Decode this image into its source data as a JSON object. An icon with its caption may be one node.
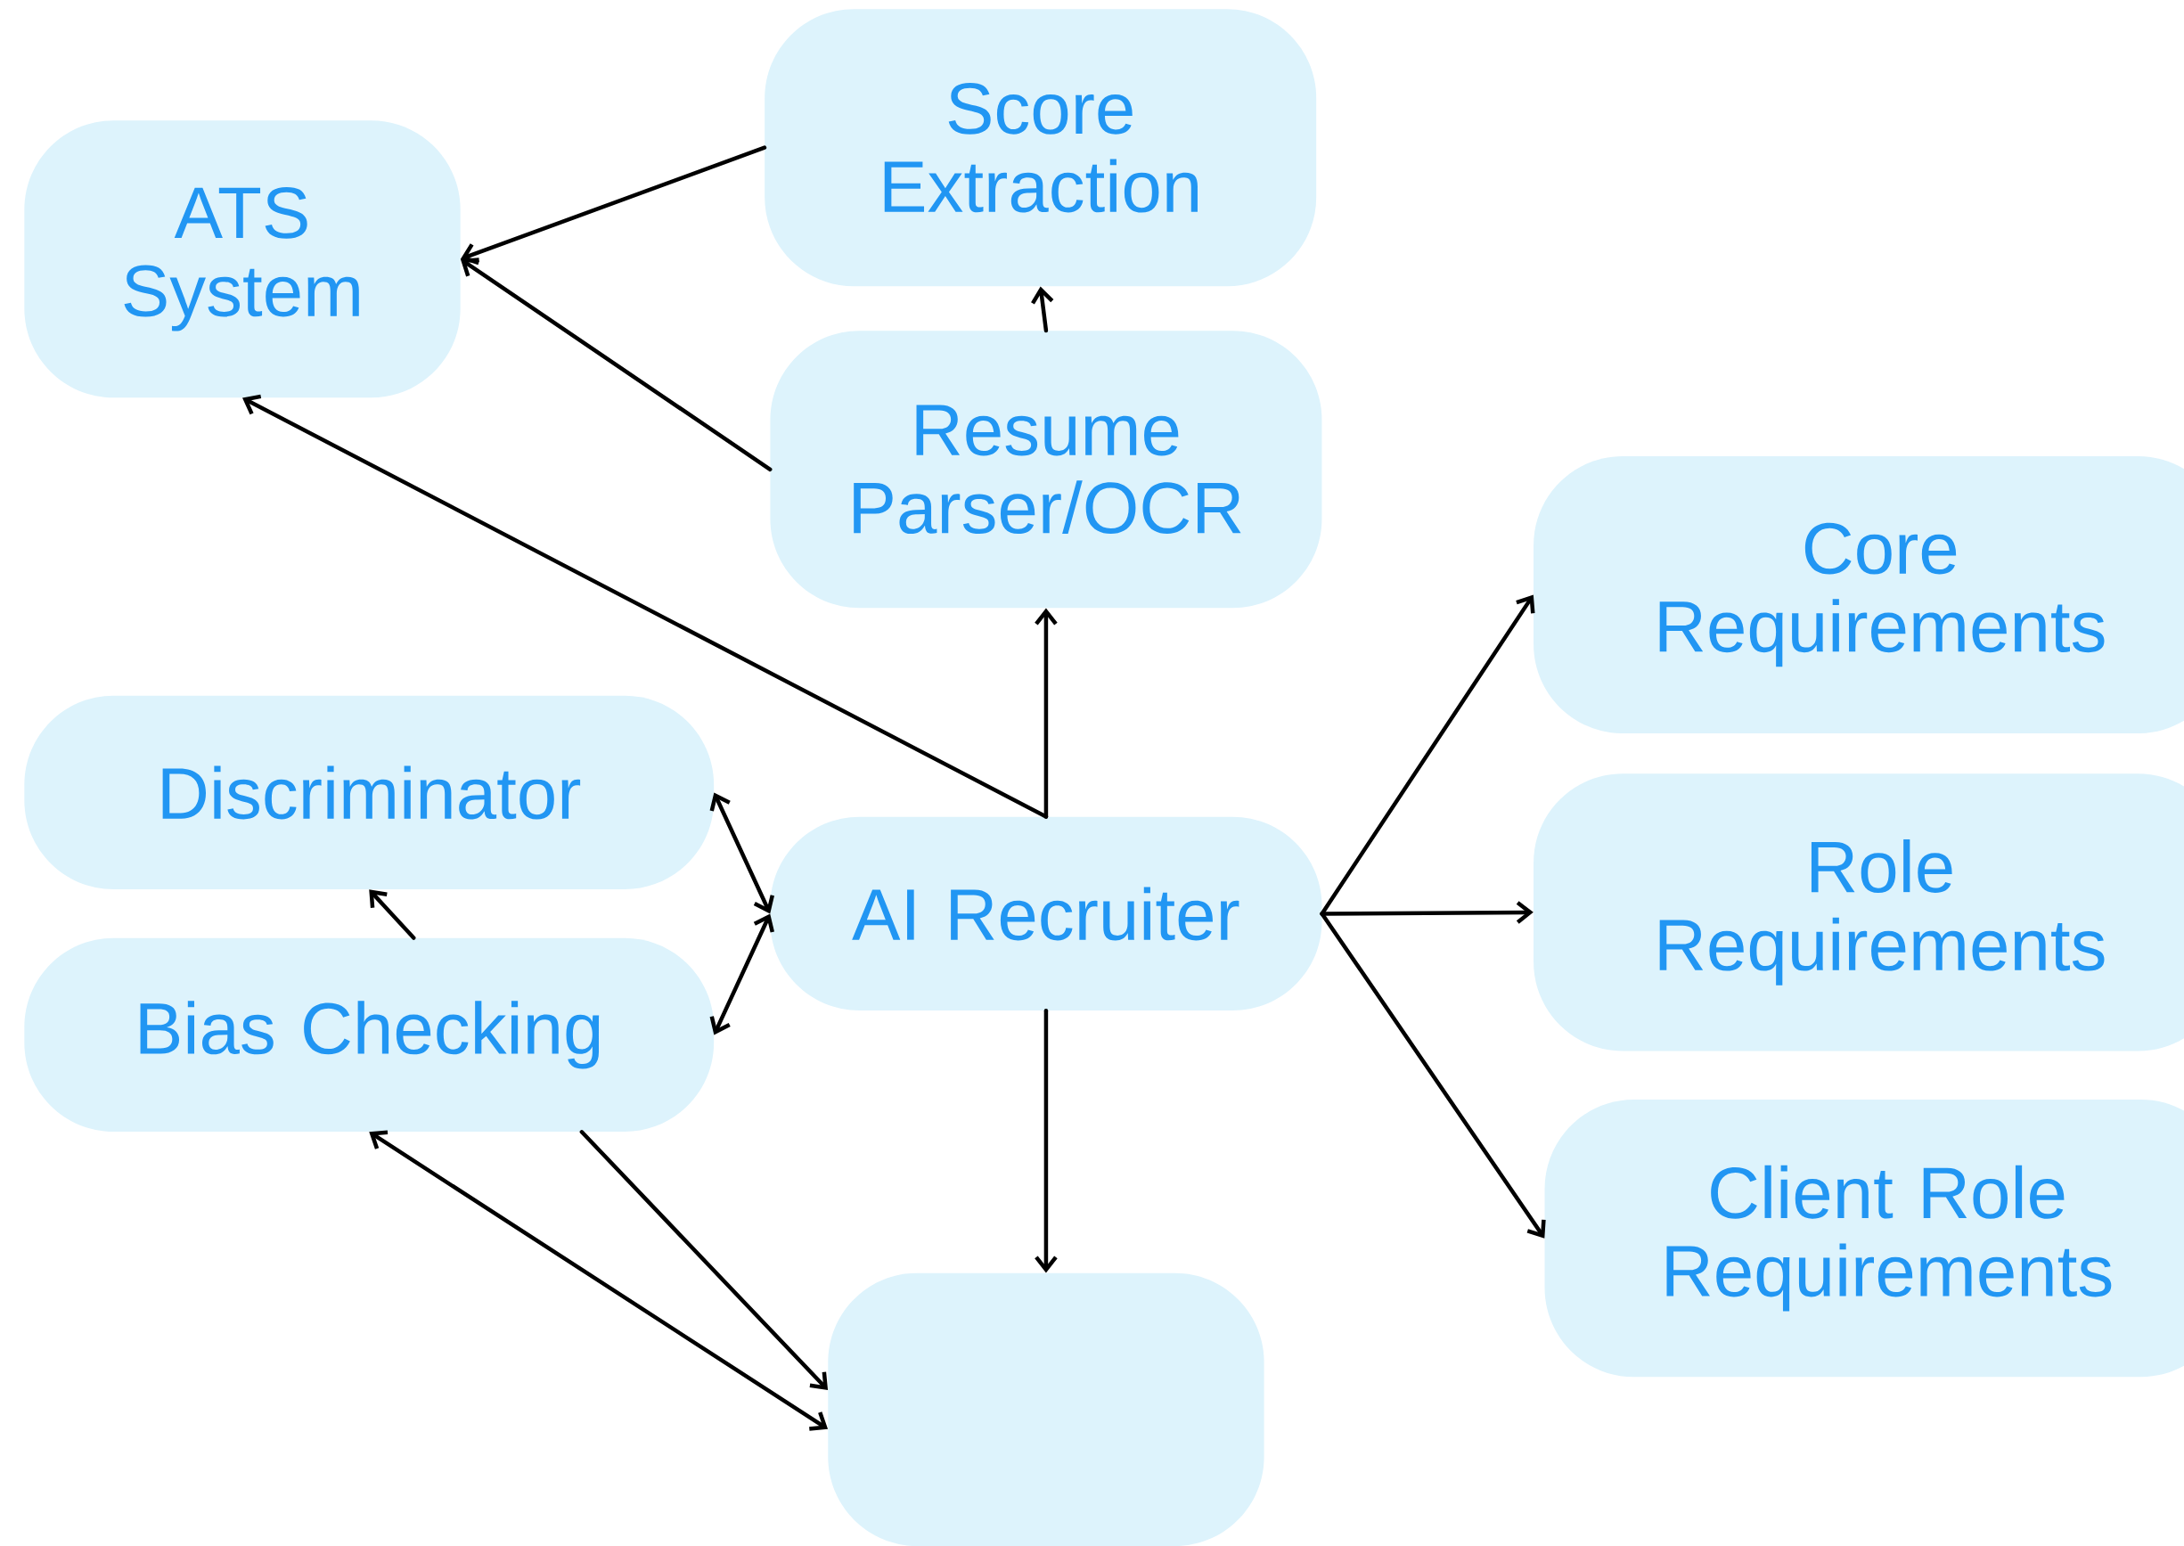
{
  "diagram": {
    "nodes": [
      {
        "text": [
          "ATS System"
        ]
      },
      {
        "text": [
          "Score Extraction"
        ]
      },
      {
        "text": [
          "Resume Parser/OCR"
        ]
      },
      {
        "text": [
          "Core Requirements"
        ]
      },
      {
        "text": [
          "Discriminator"
        ]
      },
      {
        "text": [
          "AI Recruiter"
        ]
      },
      {
        "text": [
          "Role Requirements"
        ]
      },
      {
        "text": [
          "Bias Checking"
        ]
      },
      {
        "text": [
          "Client Role Requirements"
        ]
      },
      {
        "text": [],
        "shape": "box"
      }
    ],
    "edges": [
      {
        "from": 1,
        "to": 0,
        "arrow": "to"
      },
      {
        "from": 2,
        "to": 0,
        "arrow": "to"
      },
      {
        "from": 2,
        "to": 1,
        "arrow": "to"
      },
      {
        "from": 5,
        "to": 2,
        "arrow": "to"
      },
      {
        "from": 5,
        "to": 0,
        "arrow": "to"
      },
      {
        "from": 5,
        "to": 3,
        "arrow": "to"
      },
      {
        "from": 5,
        "to": 6,
        "arrow": "to"
      },
      {
        "from": 5,
        "to": 8,
        "arrow": "to"
      },
      {
        "from": 5,
        "to": 4,
        "arrow": "both"
      },
      {
        "from": 5,
        "to": 7,
        "arrow": "both"
      },
      {
        "from": 7,
        "to": 4,
        "arrow": "to"
      },
      {
        "from": 5,
        "to": 9,
        "arrow": "to"
      },
      {
        "from": 7,
        "to": 9,
        "arrow": "both"
      },
      {
        "from": 7,
        "to": 9,
        "arrow": "to"
      }
    ]
  }
}
